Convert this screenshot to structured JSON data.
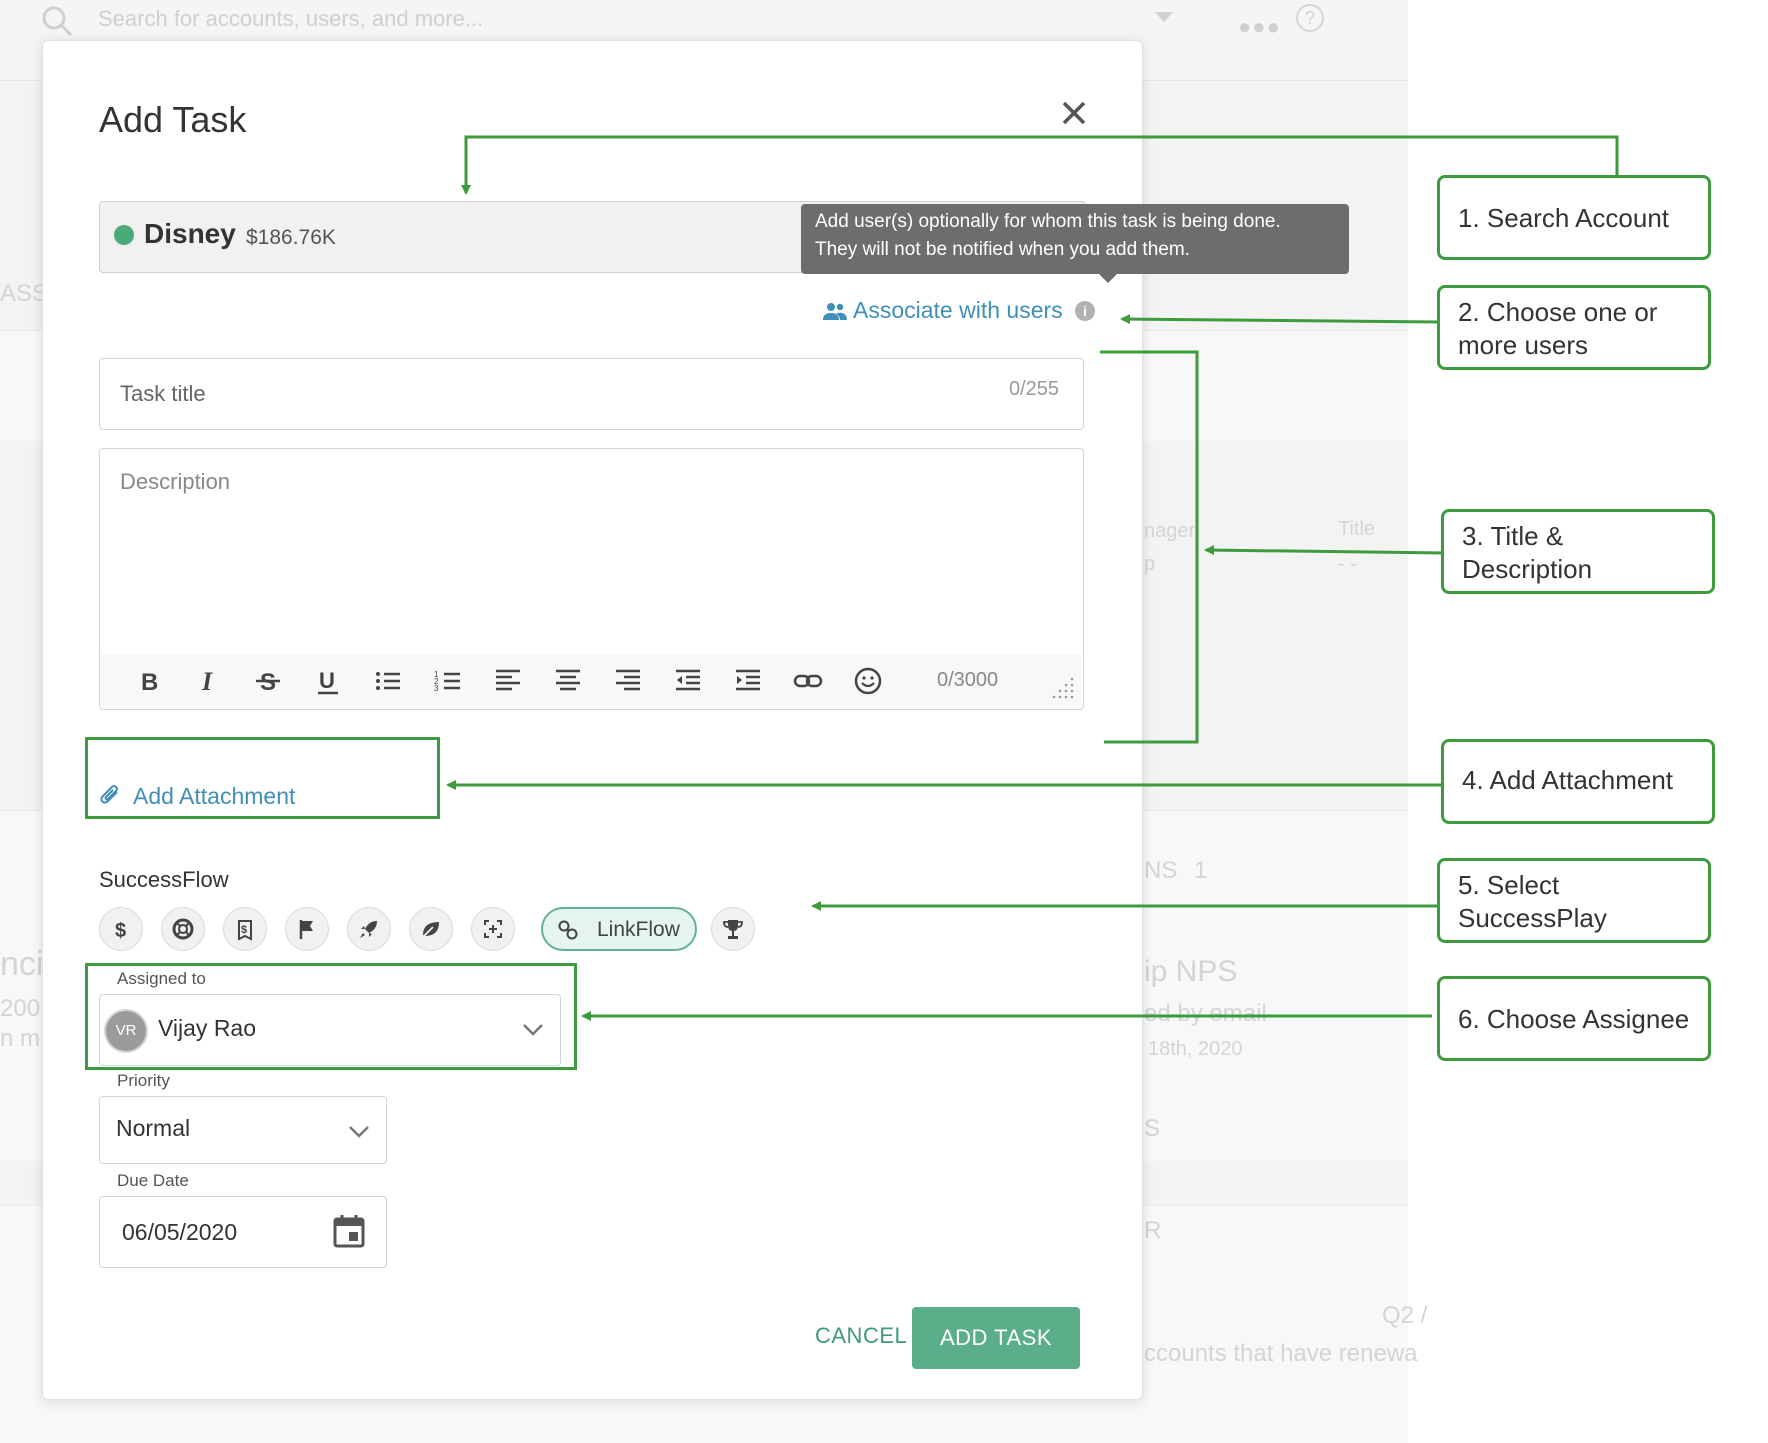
{
  "background": {
    "search_placeholder": "Search for accounts, users, and more...",
    "help_glyph": "?",
    "frag_ass": "ASS",
    "frag_manager": "nager",
    "frag_title": "Title",
    "frag_p": "p",
    "frag_dash": "- -",
    "frag_ns": "NS",
    "frag_one": "1",
    "frag_nps": "ip NPS",
    "frag_email": "ed by email",
    "frag_date": "18th, 2020",
    "frag_s": "S",
    "frag_r": "R",
    "frag_q2": "Q2 /",
    "frag_accounts": "ccounts that have renewa",
    "frag_ncia": "ncia",
    "frag_200": "200",
    "frag_nm": "n m"
  },
  "modal": {
    "title": "Add Task",
    "account": {
      "name": "Disney",
      "value": "$186.76K",
      "status_color": "#4aab78"
    },
    "tooltip": {
      "line1": "Add user(s) optionally for whom this task is being done.",
      "line2": "They will not be notified when you add them."
    },
    "associate_link": "Associate with users",
    "info_glyph": "i",
    "task_title": {
      "placeholder": "Task title",
      "counter": "0/255"
    },
    "description": {
      "placeholder": "Description",
      "counter": "0/3000"
    },
    "toolbar_icons": [
      "bold-icon",
      "italic-icon",
      "strikethrough-icon",
      "underline-icon",
      "bullet-list-icon",
      "numbered-list-icon",
      "align-left-icon",
      "align-center-icon",
      "align-right-icon",
      "outdent-icon",
      "indent-icon",
      "link-icon",
      "emoji-icon"
    ],
    "add_attachment": "Add Attachment",
    "successflow": {
      "label": "SuccessFlow",
      "icons": [
        "dollar-icon",
        "lifebuoy-icon",
        "dollar-badge-icon",
        "flag-icon",
        "rocket-icon",
        "leaf-icon",
        "target-icon",
        "link-icon",
        "trophy-icon"
      ],
      "selected_label": "LinkFlow"
    },
    "assigned_to": {
      "label": "Assigned to",
      "initials": "VR",
      "name": "Vijay Rao"
    },
    "priority": {
      "label": "Priority",
      "value": "Normal"
    },
    "due_date": {
      "label": "Due Date",
      "value": "06/05/2020"
    },
    "cancel": "CANCEL",
    "add_task": "ADD TASK"
  },
  "annotations": {
    "accent_color": "#3d9a3d",
    "steps": [
      "1. Search Account",
      "2. Choose one or more users",
      "3. Title & Description",
      "4. Add Attachment",
      "5. Select SuccessPlay",
      "6. Choose Assignee"
    ]
  }
}
